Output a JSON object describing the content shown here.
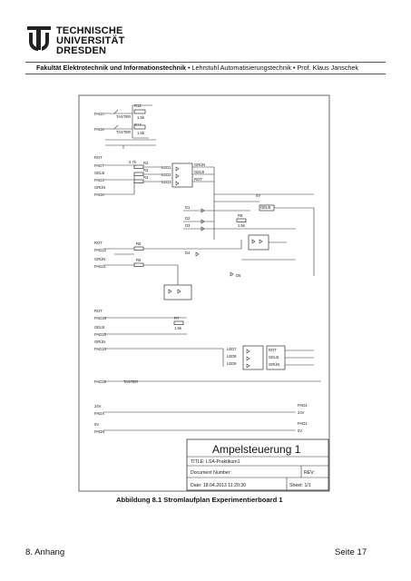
{
  "header": {
    "university_line1": "TECHNISCHE",
    "university_line2": "UNIVERSITÄT",
    "university_line3": "DRESDEN",
    "faculty": "Fakultät Elektrotechnik und Informationstechnik",
    "chair": "Lehrstuhl Automatisierungstechnik",
    "professor": "Prof. Klaus Janschek",
    "separator": "•"
  },
  "schematic": {
    "labels": {
      "pad0": "PAD0",
      "pad6": "PAD6",
      "r12": "R12",
      "r12v": "1.5k",
      "r13": "R13",
      "r13v": "1.5k",
      "taster0": "TASTER",
      "taster1": "TASTER",
      "rot1": "ROT",
      "pad7": "PAD7",
      "gelb1": "GELB",
      "pad3": "PAD3",
      "grun1": "GRÜN",
      "pad8": "PAD8",
      "r2": "R2",
      "r3": "R3",
      "r4": "R4",
      "rv": "2.7k",
      "led1": "LED1",
      "led2": "LED2",
      "led3": "LED3",
      "grun_o": "GRÜN",
      "gelb_o": "GELB",
      "rot_o": "ROT",
      "d1": "D1",
      "d2": "D2",
      "d3": "D3",
      "r8": "R8",
      "r8v": "1.5k",
      "gelb2": "GELB",
      "rot2": "ROT",
      "pad12": "PAD12",
      "grun2": "GRÜN",
      "pad11": "PAD11",
      "r5": "R5",
      "r6": "R6",
      "r7": "R7",
      "r7v": "1.5k",
      "d4": "D4",
      "d5": "D5",
      "rot3": "ROT",
      "pad10": "PAD10",
      "gelb3": "GELB",
      "pad13": "PAD13",
      "grun3": "GRÜN",
      "pad14": "PAD14",
      "pad15": "PAD15",
      "taster2": "TASTER",
      "led7": "LED7",
      "led8": "LED8",
      "led9": "LED9",
      "rot4": "ROT",
      "gelb4": "GELB",
      "grun4": "GRÜN",
      "v24": "24V",
      "padx": "PADX",
      "gnd": "0V",
      "padn": "PADN",
      "pad4": "PAD4",
      "pad4b": "24V",
      "pad1": "PAD1",
      "pad1b": "0V"
    },
    "title_block": {
      "title": "Ampelsteuerung 1",
      "title_field": "TITLE:  LSA-Praktikum1",
      "doc_field": "Document Number:",
      "rev_field": "REV:",
      "date_field": "Date:  18.04.2013  11:20:30",
      "sheet_field": "Sheet:  1/1"
    }
  },
  "caption": "Abbildung 8.1 Stromlaufplan Experimentierboard 1",
  "footer": {
    "section": "8. Anhang",
    "page": "Seite 17"
  }
}
